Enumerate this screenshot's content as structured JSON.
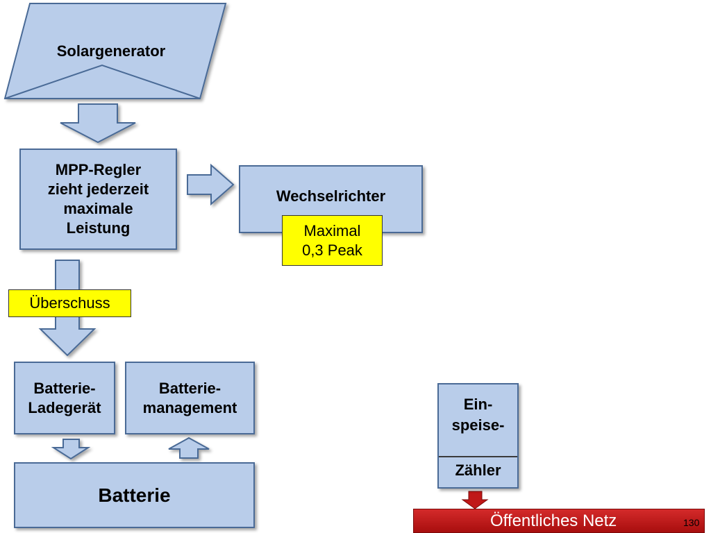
{
  "solargenerator": {
    "label": "Solargenerator"
  },
  "mpp_regler": {
    "label": "MPP-Regler\nzieht jederzeit\nmaximale\nLeistung"
  },
  "wechselrichter": {
    "label": "Wechselrichter"
  },
  "maximal_tag": {
    "label": "Maximal\n0,3 Peak"
  },
  "ueberschuss_tag": {
    "label": "Überschuss"
  },
  "batterie_ladegeraet": {
    "label": "Batterie-\nLadegerät"
  },
  "batterie_management": {
    "label": "Batterie-\nmanagement"
  },
  "batterie": {
    "label": "Batterie"
  },
  "einspeisezaehler": {
    "top_label": "Ein-\nspeise-",
    "bottom_label": "Zähler"
  },
  "oeffentliches_netz": {
    "label": "Öffentliches Netz"
  },
  "page_number": "130",
  "colors": {
    "box_fill": "#b9cdea",
    "box_border": "#4a6a96",
    "tag_fill": "#ffff00",
    "netz_fill": "#c01818"
  }
}
